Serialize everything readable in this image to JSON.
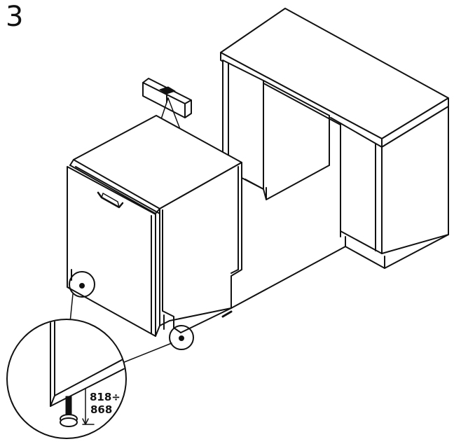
{
  "step": "3",
  "dimension": {
    "line1": "818÷",
    "line2": "868"
  },
  "colors": {
    "stroke": "#111111",
    "background": "#ffffff"
  }
}
